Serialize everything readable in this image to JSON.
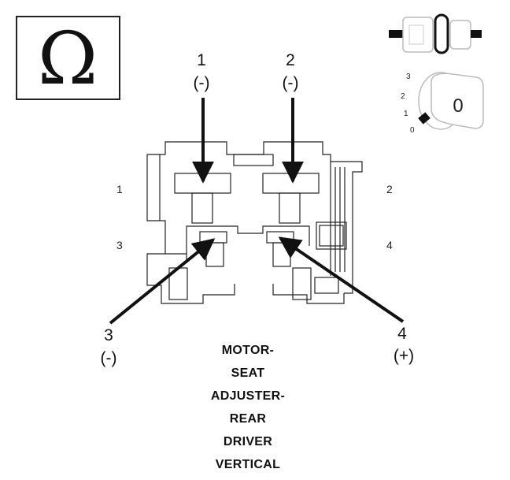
{
  "meter_symbol": "Ω",
  "ignition": {
    "positions": [
      "3",
      "2",
      "1",
      "0"
    ],
    "key_position": "0"
  },
  "pins": [
    {
      "number": "1",
      "polarity": "(-)"
    },
    {
      "number": "2",
      "polarity": "(-)"
    },
    {
      "number": "3",
      "polarity": "(-)"
    },
    {
      "number": "4",
      "polarity": "(+)"
    }
  ],
  "connector_labels": [
    "1",
    "2",
    "3",
    "4"
  ],
  "caption": [
    "MOTOR-",
    "SEAT",
    "ADJUSTER-",
    "REAR",
    "DRIVER",
    "VERTICAL"
  ],
  "colors": {
    "line": "#111111",
    "outline": "#222222",
    "faint": "#bbbbbb"
  },
  "icons": [
    "ohmmeter-icon",
    "disconnected-connector-icon",
    "ignition-key-icon"
  ]
}
